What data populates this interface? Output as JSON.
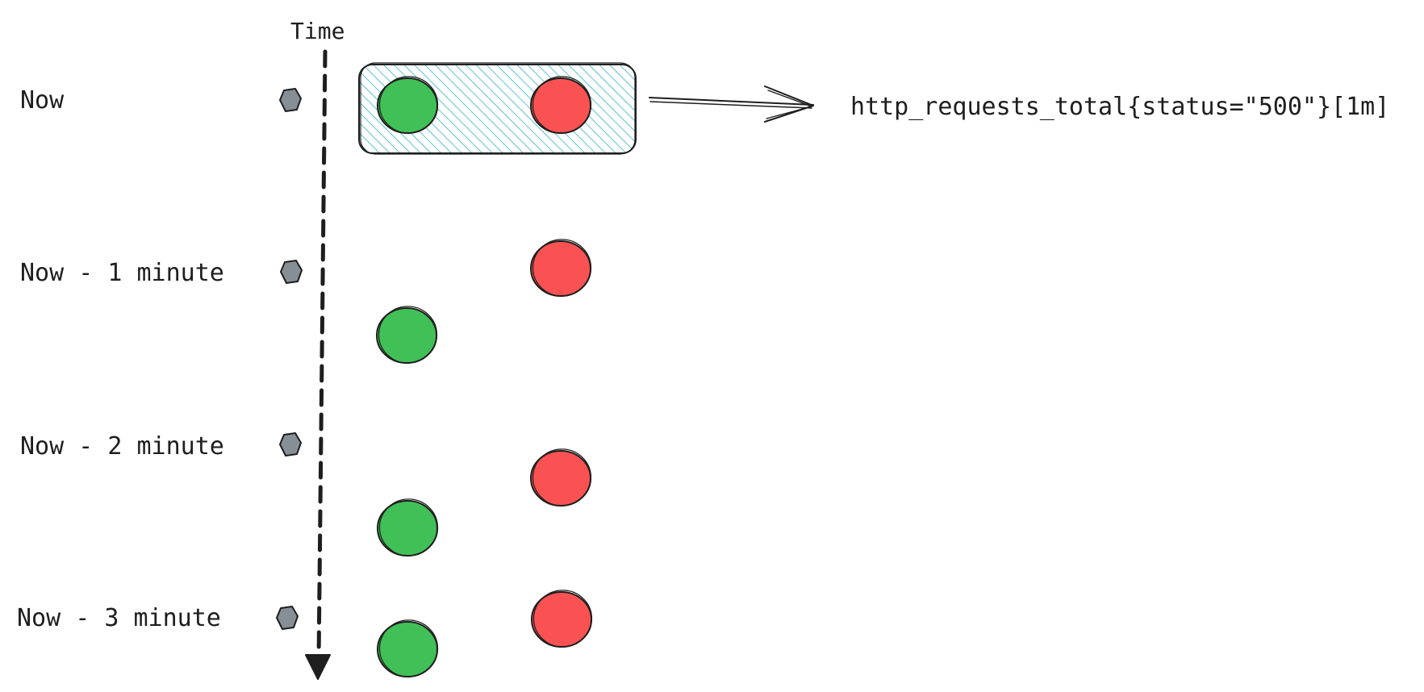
{
  "axis": {
    "label": "Time"
  },
  "rows": [
    {
      "label": "Now",
      "samples": [
        "success",
        "error"
      ],
      "selected": true
    },
    {
      "label": "Now - 1 minute",
      "samples": [
        "success",
        "error"
      ],
      "selected": false
    },
    {
      "label": "Now - 2 minute",
      "samples": [
        "success",
        "error"
      ],
      "selected": false
    },
    {
      "label": "Now - 3 minute",
      "samples": [
        "success",
        "error"
      ],
      "selected": false
    }
  ],
  "selection": {
    "query": "http_requests_total{status=\"500\"}[1m]",
    "hatch_color": "#15aabf"
  },
  "colors": {
    "success": "#40c057",
    "error": "#fa5252",
    "tick": "#868e96",
    "stroke": "#1e1e1e"
  },
  "icons": {
    "tick": "timeline-dot-icon",
    "success": "green-sample-circle-icon",
    "error": "red-sample-circle-icon",
    "arrow": "result-arrow-icon"
  }
}
